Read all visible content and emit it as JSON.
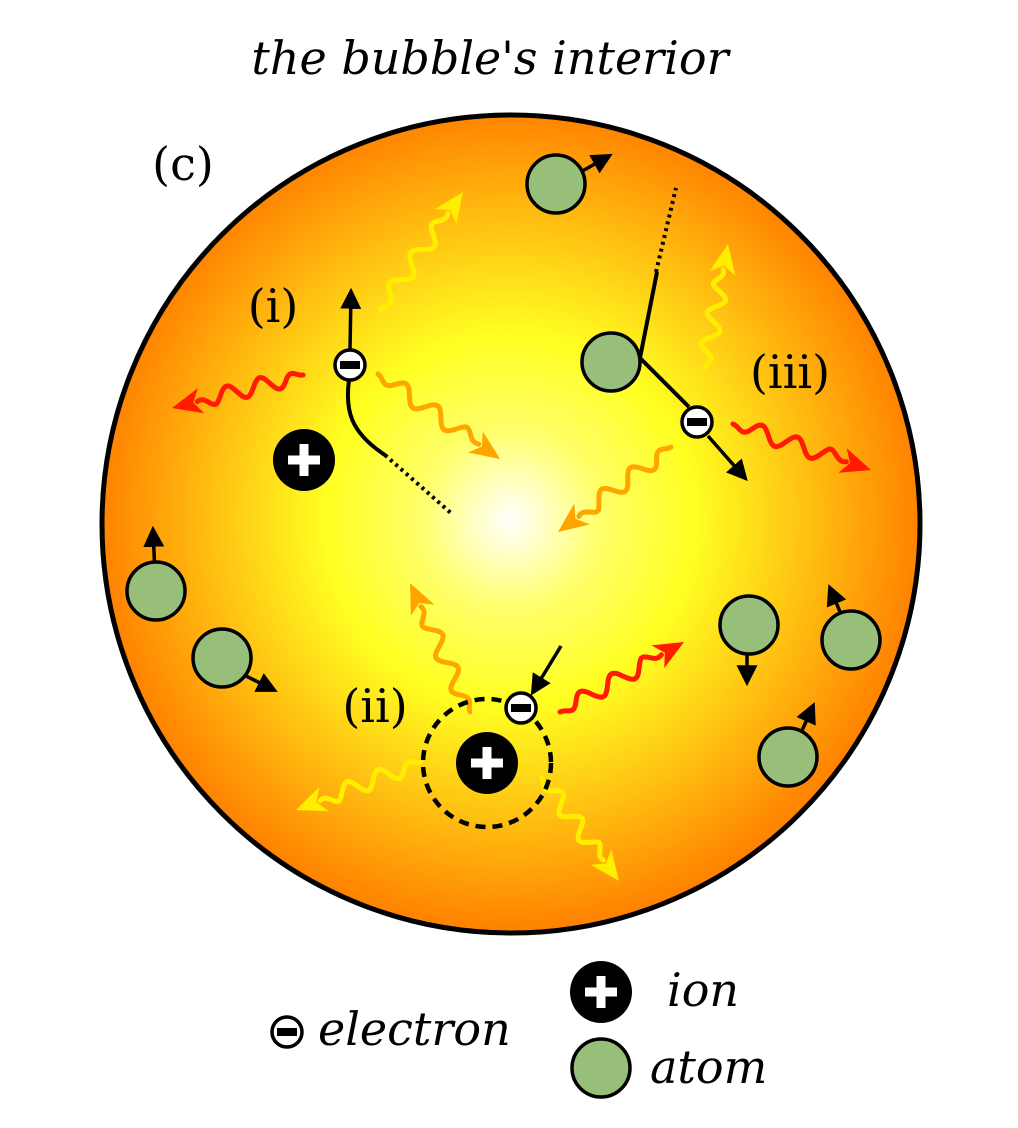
{
  "title": "the bubble's interior",
  "panel_label": "(c)",
  "process_labels": {
    "i": "(i)",
    "ii": "(ii)",
    "iii": "(iii)"
  },
  "legend": {
    "electron": "electron",
    "ion": "ion",
    "atom": "atom"
  },
  "colors": {
    "bubble_center": "#ffffff",
    "bubble_mid": "#ffff2e",
    "bubble_edge": "#ff8a00",
    "atom_fill": "#98bf7a",
    "photon_yellow": "#ffee00",
    "photon_orange": "#ffa500",
    "photon_red": "#ff1a00",
    "ion_fill": "#000000"
  },
  "icons": {
    "electron": "minus-circle-icon",
    "ion": "plus-circle-icon",
    "atom": "green-circle-icon"
  }
}
